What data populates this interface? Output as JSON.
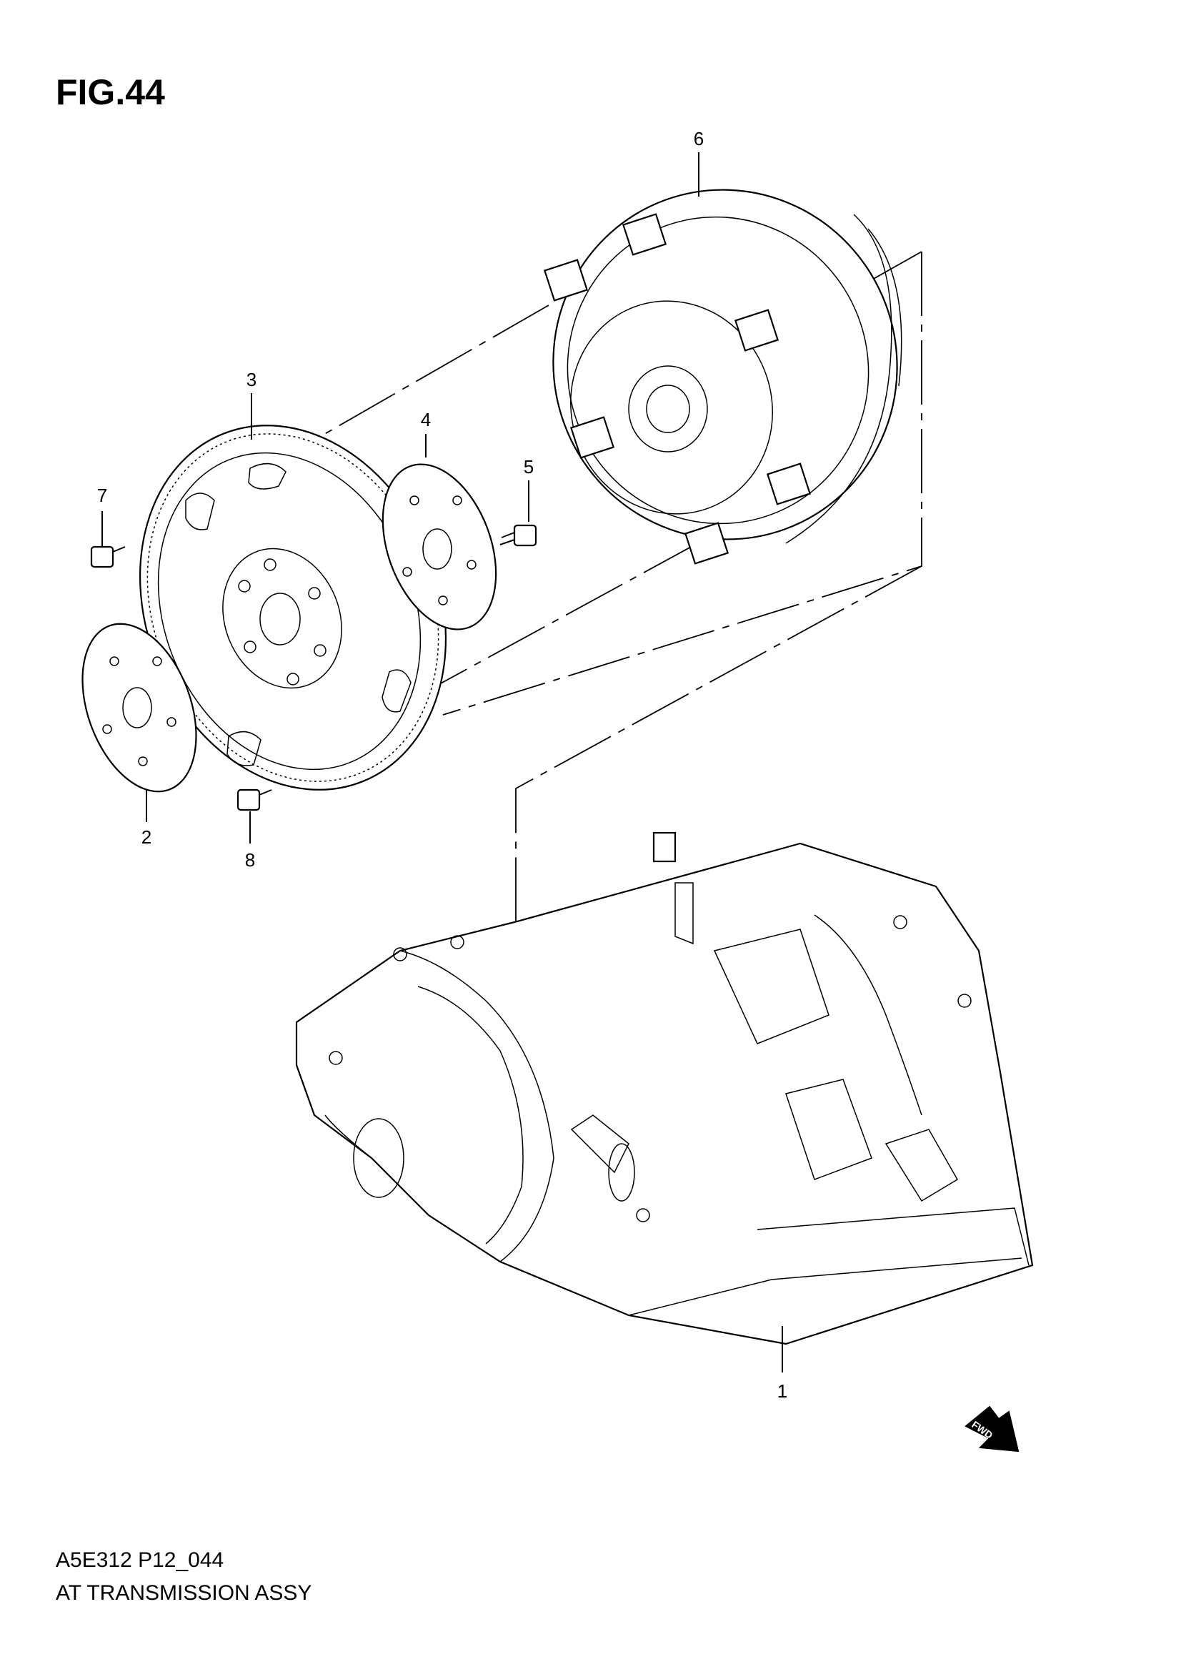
{
  "figure": {
    "title": "FIG.44"
  },
  "footer": {
    "code": "A5E312 P12_044",
    "name": "AT TRANSMISSION ASSY"
  },
  "fwd_arrow": {
    "label": "FWD"
  },
  "callouts": [
    {
      "id": "1",
      "label": "1"
    },
    {
      "id": "2",
      "label": "2"
    },
    {
      "id": "3",
      "label": "3"
    },
    {
      "id": "4",
      "label": "4"
    },
    {
      "id": "5",
      "label": "5"
    },
    {
      "id": "6",
      "label": "6"
    },
    {
      "id": "7",
      "label": "7"
    },
    {
      "id": "8",
      "label": "8"
    }
  ],
  "colors": {
    "ink": "#000000",
    "paper": "#ffffff"
  }
}
